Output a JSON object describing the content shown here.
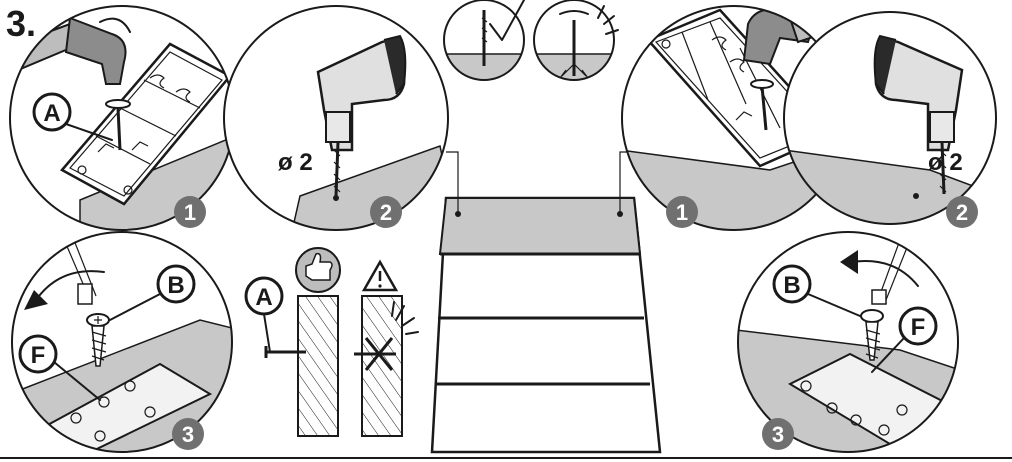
{
  "section_number": "3.",
  "panels": {
    "left_hammer": {
      "letter": "A",
      "step": "1"
    },
    "left_drill": {
      "diameter": "ø 2",
      "step": "2"
    },
    "left_screw": {
      "letter_b": "B",
      "letter_f": "F",
      "step": "3"
    },
    "right_hammer": {
      "step": "1"
    },
    "right_drill": {
      "diameter": "ø 2",
      "step": "2"
    },
    "right_screw": {
      "letter_b": "B",
      "letter_f": "F",
      "step": "3"
    }
  },
  "nail_compare": {
    "letter": "A"
  },
  "colors": {
    "ink": "#1a1a1a",
    "board": "#c8c8c8",
    "board_dark": "#b0b0b0",
    "step_badge": "#707070",
    "background": "#ffffff"
  },
  "icons": [
    "hammer-icon",
    "drill-icon",
    "checkmark-icon",
    "warning-icon",
    "thumbs-up-icon",
    "rotate-arrow-icon",
    "screw-icon",
    "nail-icon"
  ]
}
